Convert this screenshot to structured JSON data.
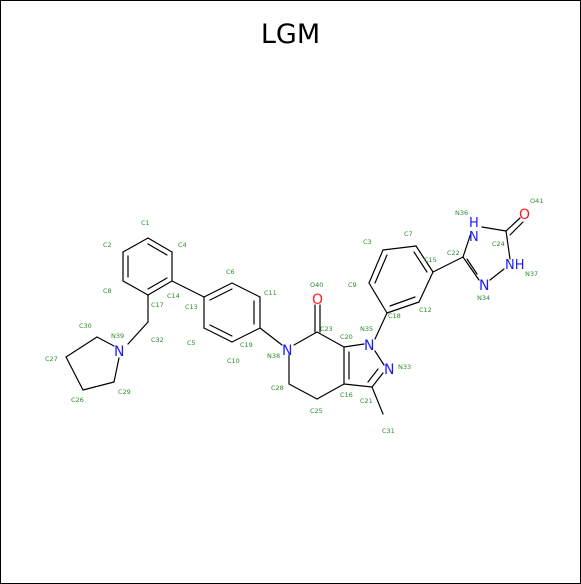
{
  "title": "LGM",
  "colors": {
    "bond": "#000000",
    "carbon_label": "#2e8b2e",
    "nitrogen": "#1a1aff",
    "oxygen": "#ff1a1a"
  },
  "atom_labels": {
    "C1": "C1",
    "C2": "C2",
    "C3": "C3",
    "C4": "C4",
    "C5": "C5",
    "C6": "C6",
    "C7": "C7",
    "C8": "C8",
    "C9": "C9",
    "C10": "C10",
    "C11": "C11",
    "C12": "C12",
    "C13": "C13",
    "C14": "C14",
    "C15": "C15",
    "C16": "C16",
    "C17": "C17",
    "C18": "C18",
    "C19": "C19",
    "C20": "C20",
    "C21": "C21",
    "C22": "C22",
    "C23": "C23",
    "C24": "C24",
    "C25": "C25",
    "C26": "C26",
    "C27": "C27",
    "C28": "C28",
    "C29": "C29",
    "C30": "C30",
    "C31": "C31",
    "C32": "C32",
    "N33": "N33",
    "N34": "N34",
    "N35": "N35",
    "N36": "N36",
    "N37": "N37",
    "N38": "N38",
    "N39": "N39",
    "O40": "O40",
    "O41": "O41"
  },
  "element_symbols": {
    "N": "N",
    "NH": "NH",
    "H": "H",
    "O": "O"
  }
}
